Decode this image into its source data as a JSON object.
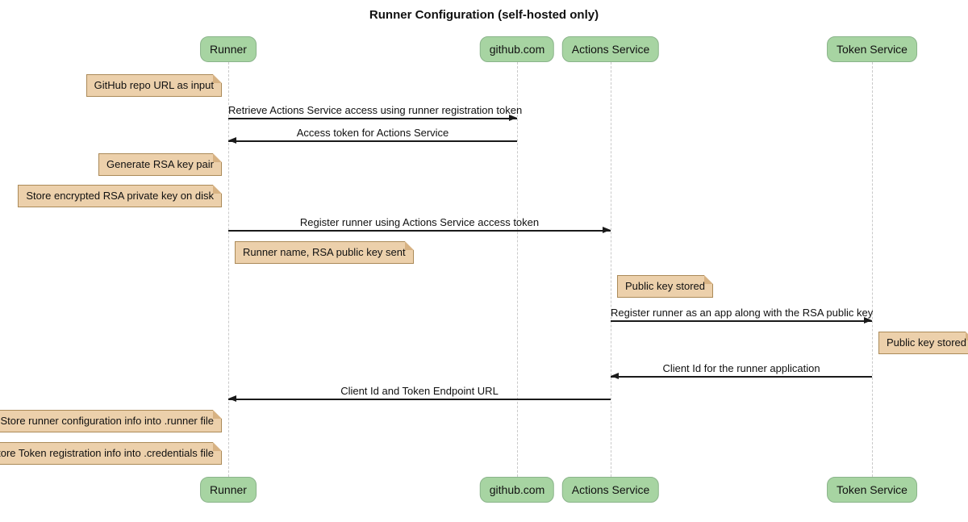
{
  "title": "Runner Configuration (self-hosted only)",
  "diagram_type": "sequence-diagram",
  "participants": [
    {
      "name": "Runner"
    },
    {
      "name": "github.com"
    },
    {
      "name": "Actions Service"
    },
    {
      "name": "Token Service"
    }
  ],
  "messages": [
    {
      "from": "Runner",
      "to": "github.com",
      "direction": "right",
      "label": "Retrieve Actions Service access using runner registration token"
    },
    {
      "from": "github.com",
      "to": "Runner",
      "direction": "left",
      "label": "Access token for Actions Service"
    },
    {
      "from": "Runner",
      "to": "Actions Service",
      "direction": "right",
      "label": "Register runner using Actions Service access token"
    },
    {
      "from": "Actions Service",
      "to": "Token Service",
      "direction": "right",
      "label": "Register runner as an app along with the RSA public key"
    },
    {
      "from": "Token Service",
      "to": "Actions Service",
      "direction": "left",
      "label": "Client Id for the runner application"
    },
    {
      "from": "Actions Service",
      "to": "Runner",
      "direction": "left",
      "label": "Client Id and Token Endpoint URL"
    }
  ],
  "notes": [
    {
      "position": "left of Runner",
      "text": "GitHub repo URL as input"
    },
    {
      "position": "left of Runner",
      "text": "Generate RSA key pair"
    },
    {
      "position": "left of Runner",
      "text": "Store encrypted RSA private key on disk"
    },
    {
      "position": "right of Runner",
      "text": "Runner name, RSA public key sent"
    },
    {
      "position": "right of Actions Service",
      "text": "Public key stored"
    },
    {
      "position": "right of Token Service",
      "text": "Public key stored"
    },
    {
      "position": "left of Runner",
      "text": "Store runner configuration info into .runner file"
    },
    {
      "position": "left of Runner",
      "text": "Store Token registration info into .credentials file"
    }
  ],
  "colors": {
    "participant_fill": "#a7d4a2",
    "participant_border": "#8ab48a",
    "note_fill": "#ecd0ab",
    "note_border": "#ab8a58",
    "note_fold": "#d7b283",
    "lifeline": "#c9c9c9",
    "arrow": "#1a1a1a",
    "background": "#ffffff"
  }
}
